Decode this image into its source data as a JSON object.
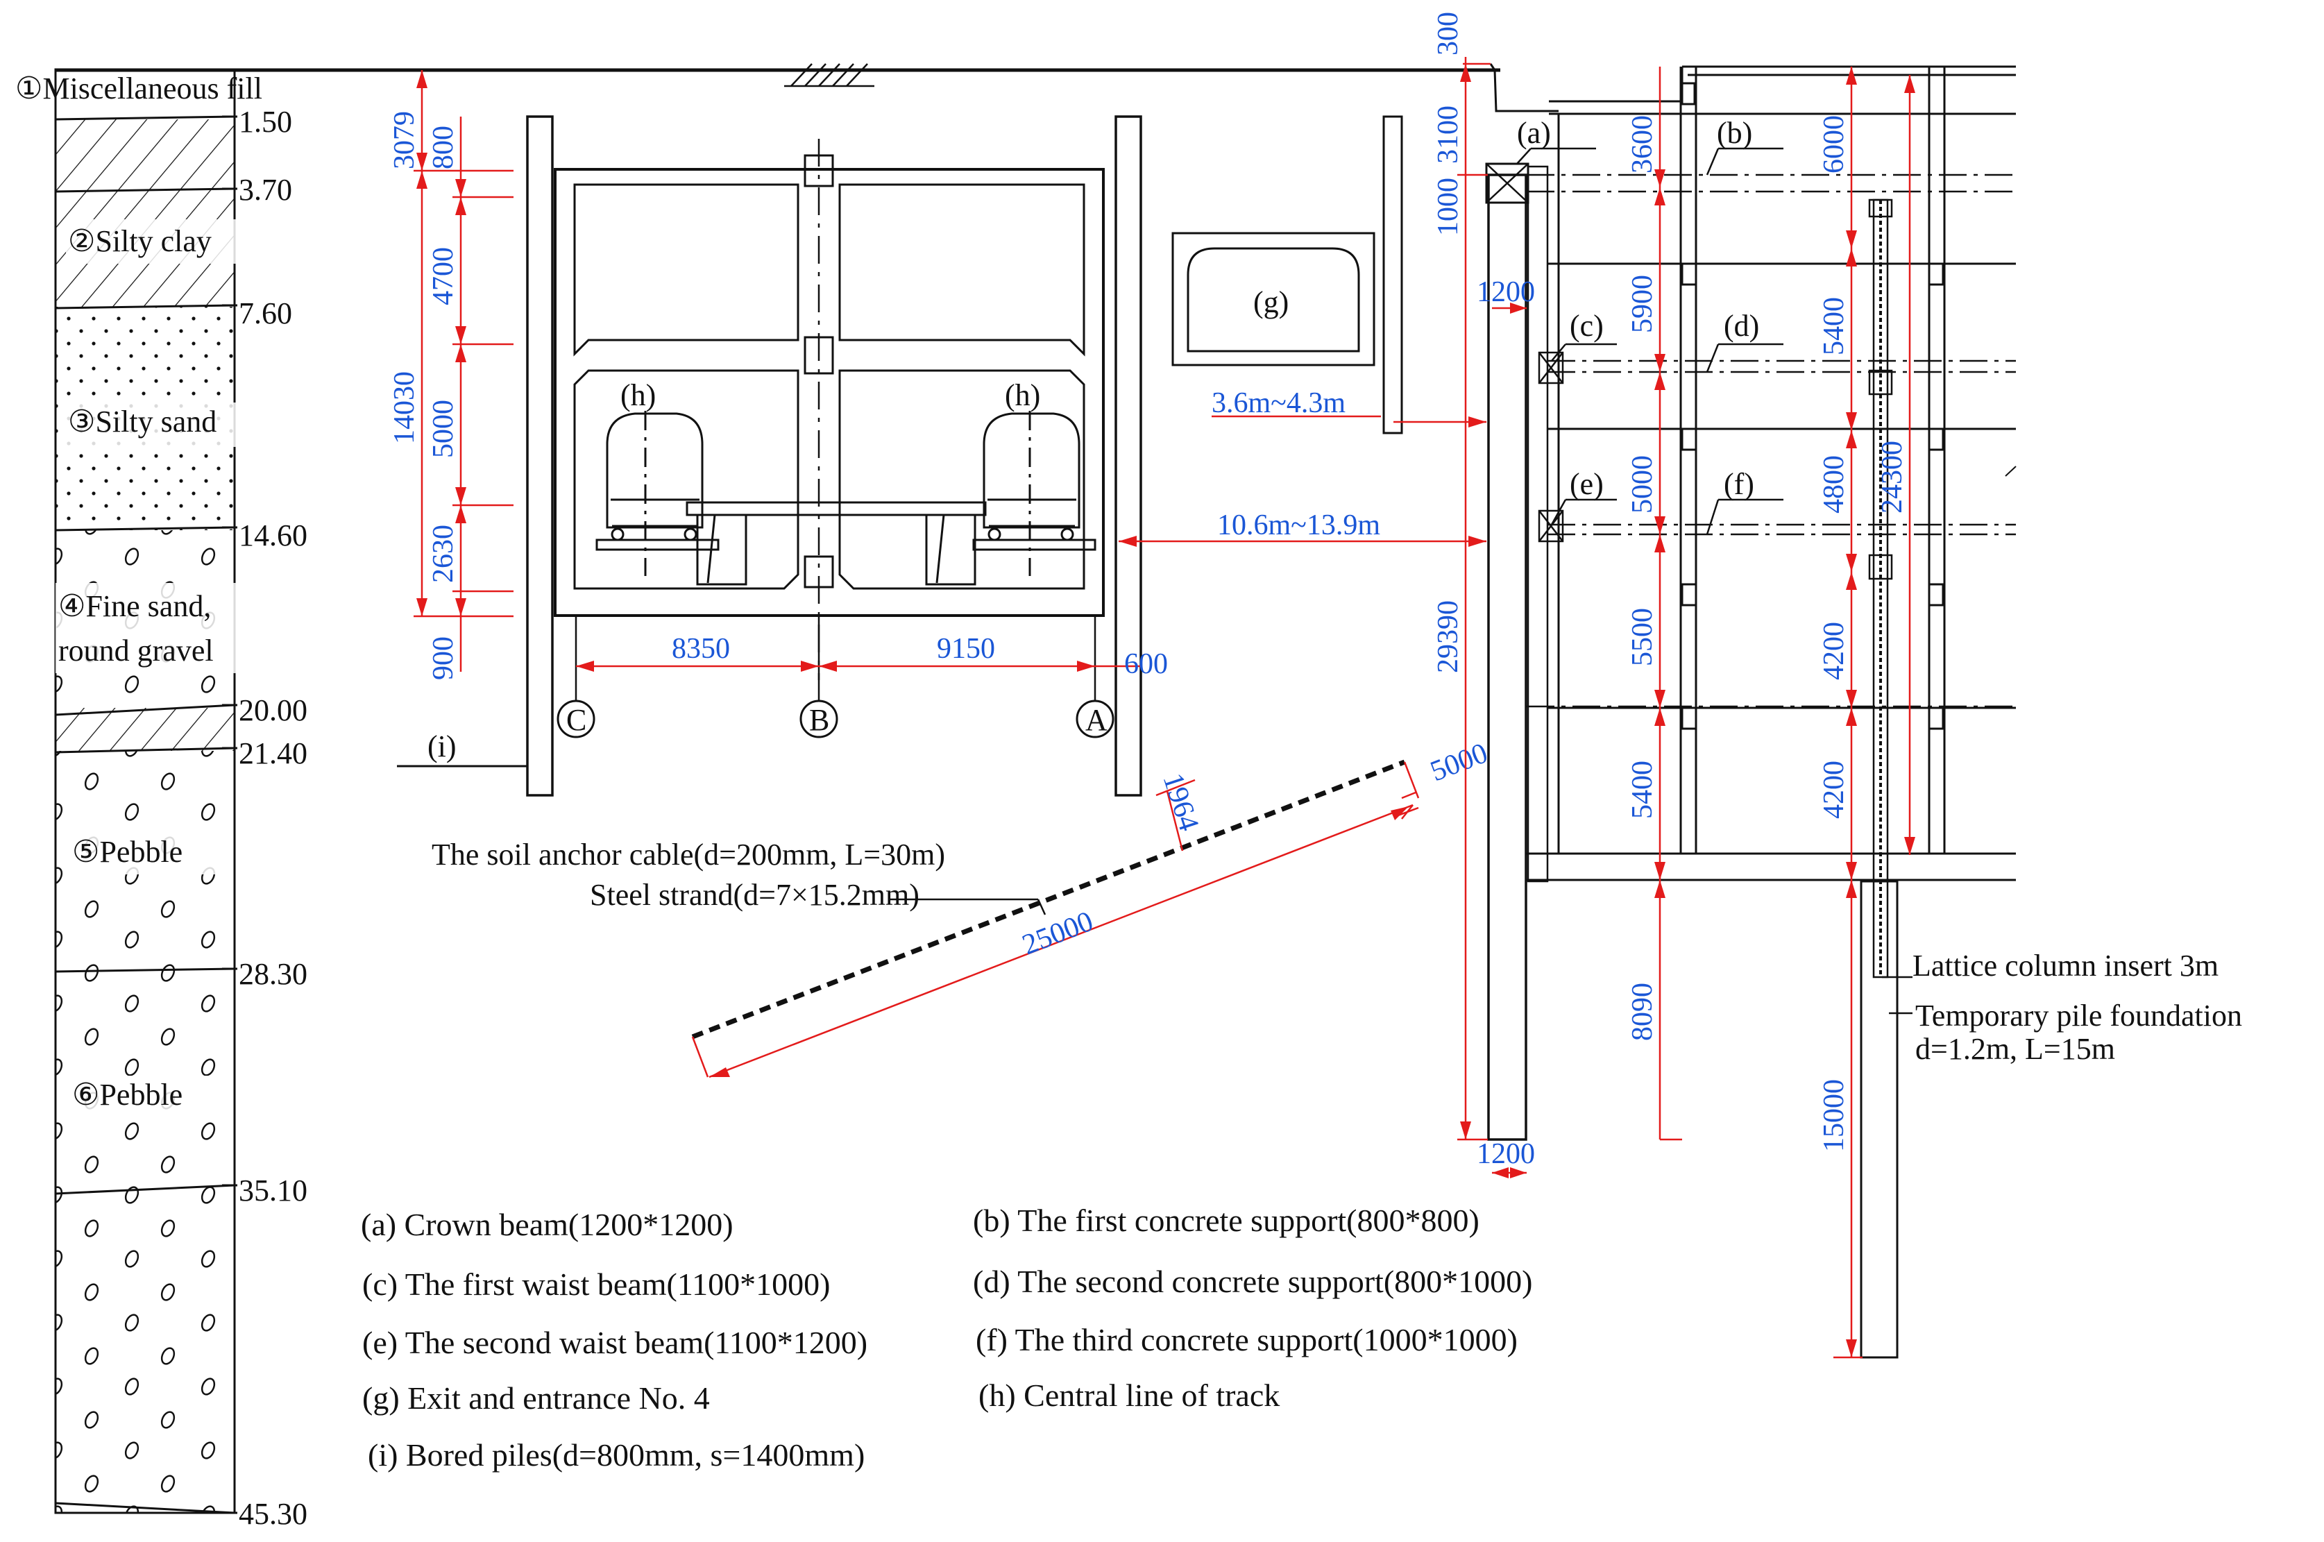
{
  "colors": {
    "line": "#111111",
    "dimension": "#e31b1b",
    "dimension_text": "#1a56d6",
    "background": "#ffffff"
  },
  "strata": [
    {
      "name": "①Miscellaneous fill",
      "bottom": "1.50"
    },
    {
      "name": "②Silty clay",
      "top": "3.70",
      "bottom": "7.60"
    },
    {
      "name": "③Silty sand",
      "bottom": "14.60"
    },
    {
      "name": "④Fine sand,",
      "name2": "round gravel",
      "bottom": "20.00"
    },
    {
      "name": "",
      "bottom": "21.40"
    },
    {
      "name": "⑤Pebble",
      "bottom": "28.30"
    },
    {
      "name": "⑥Pebble",
      "bottom": "35.10"
    },
    {
      "name": "",
      "bottom": "45.30"
    }
  ],
  "section_dims": {
    "left_vertical": [
      "3079",
      "14030",
      "900"
    ],
    "inner_vertical": [
      "800",
      "4700",
      "5000",
      "2630"
    ],
    "horizontal": [
      "8350",
      "9150",
      "600"
    ],
    "axes": [
      "C",
      "B",
      "A"
    ]
  },
  "callouts": {
    "a": "(a)",
    "b": "(b)",
    "c": "(c)",
    "d": "(d)",
    "e": "(e)",
    "f": "(f)",
    "g": "(g)",
    "h_left": "(h)",
    "h_right": "(h)",
    "i": "(i)"
  },
  "anchor": {
    "label1": "The soil anchor cable(d=200mm, L=30m)",
    "label2": "Steel strand(d=7×15.2mm)",
    "free_length": "5000",
    "bond_length": "25000",
    "diameter_dim": "1964"
  },
  "distances": {
    "entrance_gap": "3.6m~4.3m",
    "track_gap": "10.6m~13.9m"
  },
  "wall_dims": {
    "pile_vertical": [
      "300",
      "3100",
      "1000",
      "29390"
    ],
    "width_top": "1200",
    "width_bottom": "1200",
    "strut_vertical": [
      "3600",
      "5900",
      "5000",
      "5500",
      "5400",
      "8090"
    ],
    "column_vertical": [
      "6000",
      "5400",
      "4800",
      "4200",
      "4200",
      "15000"
    ],
    "column_total": "24300"
  },
  "column_labels": {
    "lattice": "Lattice column insert 3m",
    "pile1": "Temporary pile foundation",
    "pile2": "d=1.2m, L=15m"
  },
  "legend": [
    "(a) Crown beam(1200*1200)",
    "(b) The first concrete support(800*800)",
    "(c) The first waist beam(1100*1000)",
    "(d) The second concrete support(800*1000)",
    "(e) The second waist beam(1100*1200)",
    "(f) The third concrete support(1000*1000)",
    "(g) Exit and entrance No. 4",
    "(h) Central line of track",
    "(i) Bored piles(d=800mm, s=1400mm)"
  ]
}
